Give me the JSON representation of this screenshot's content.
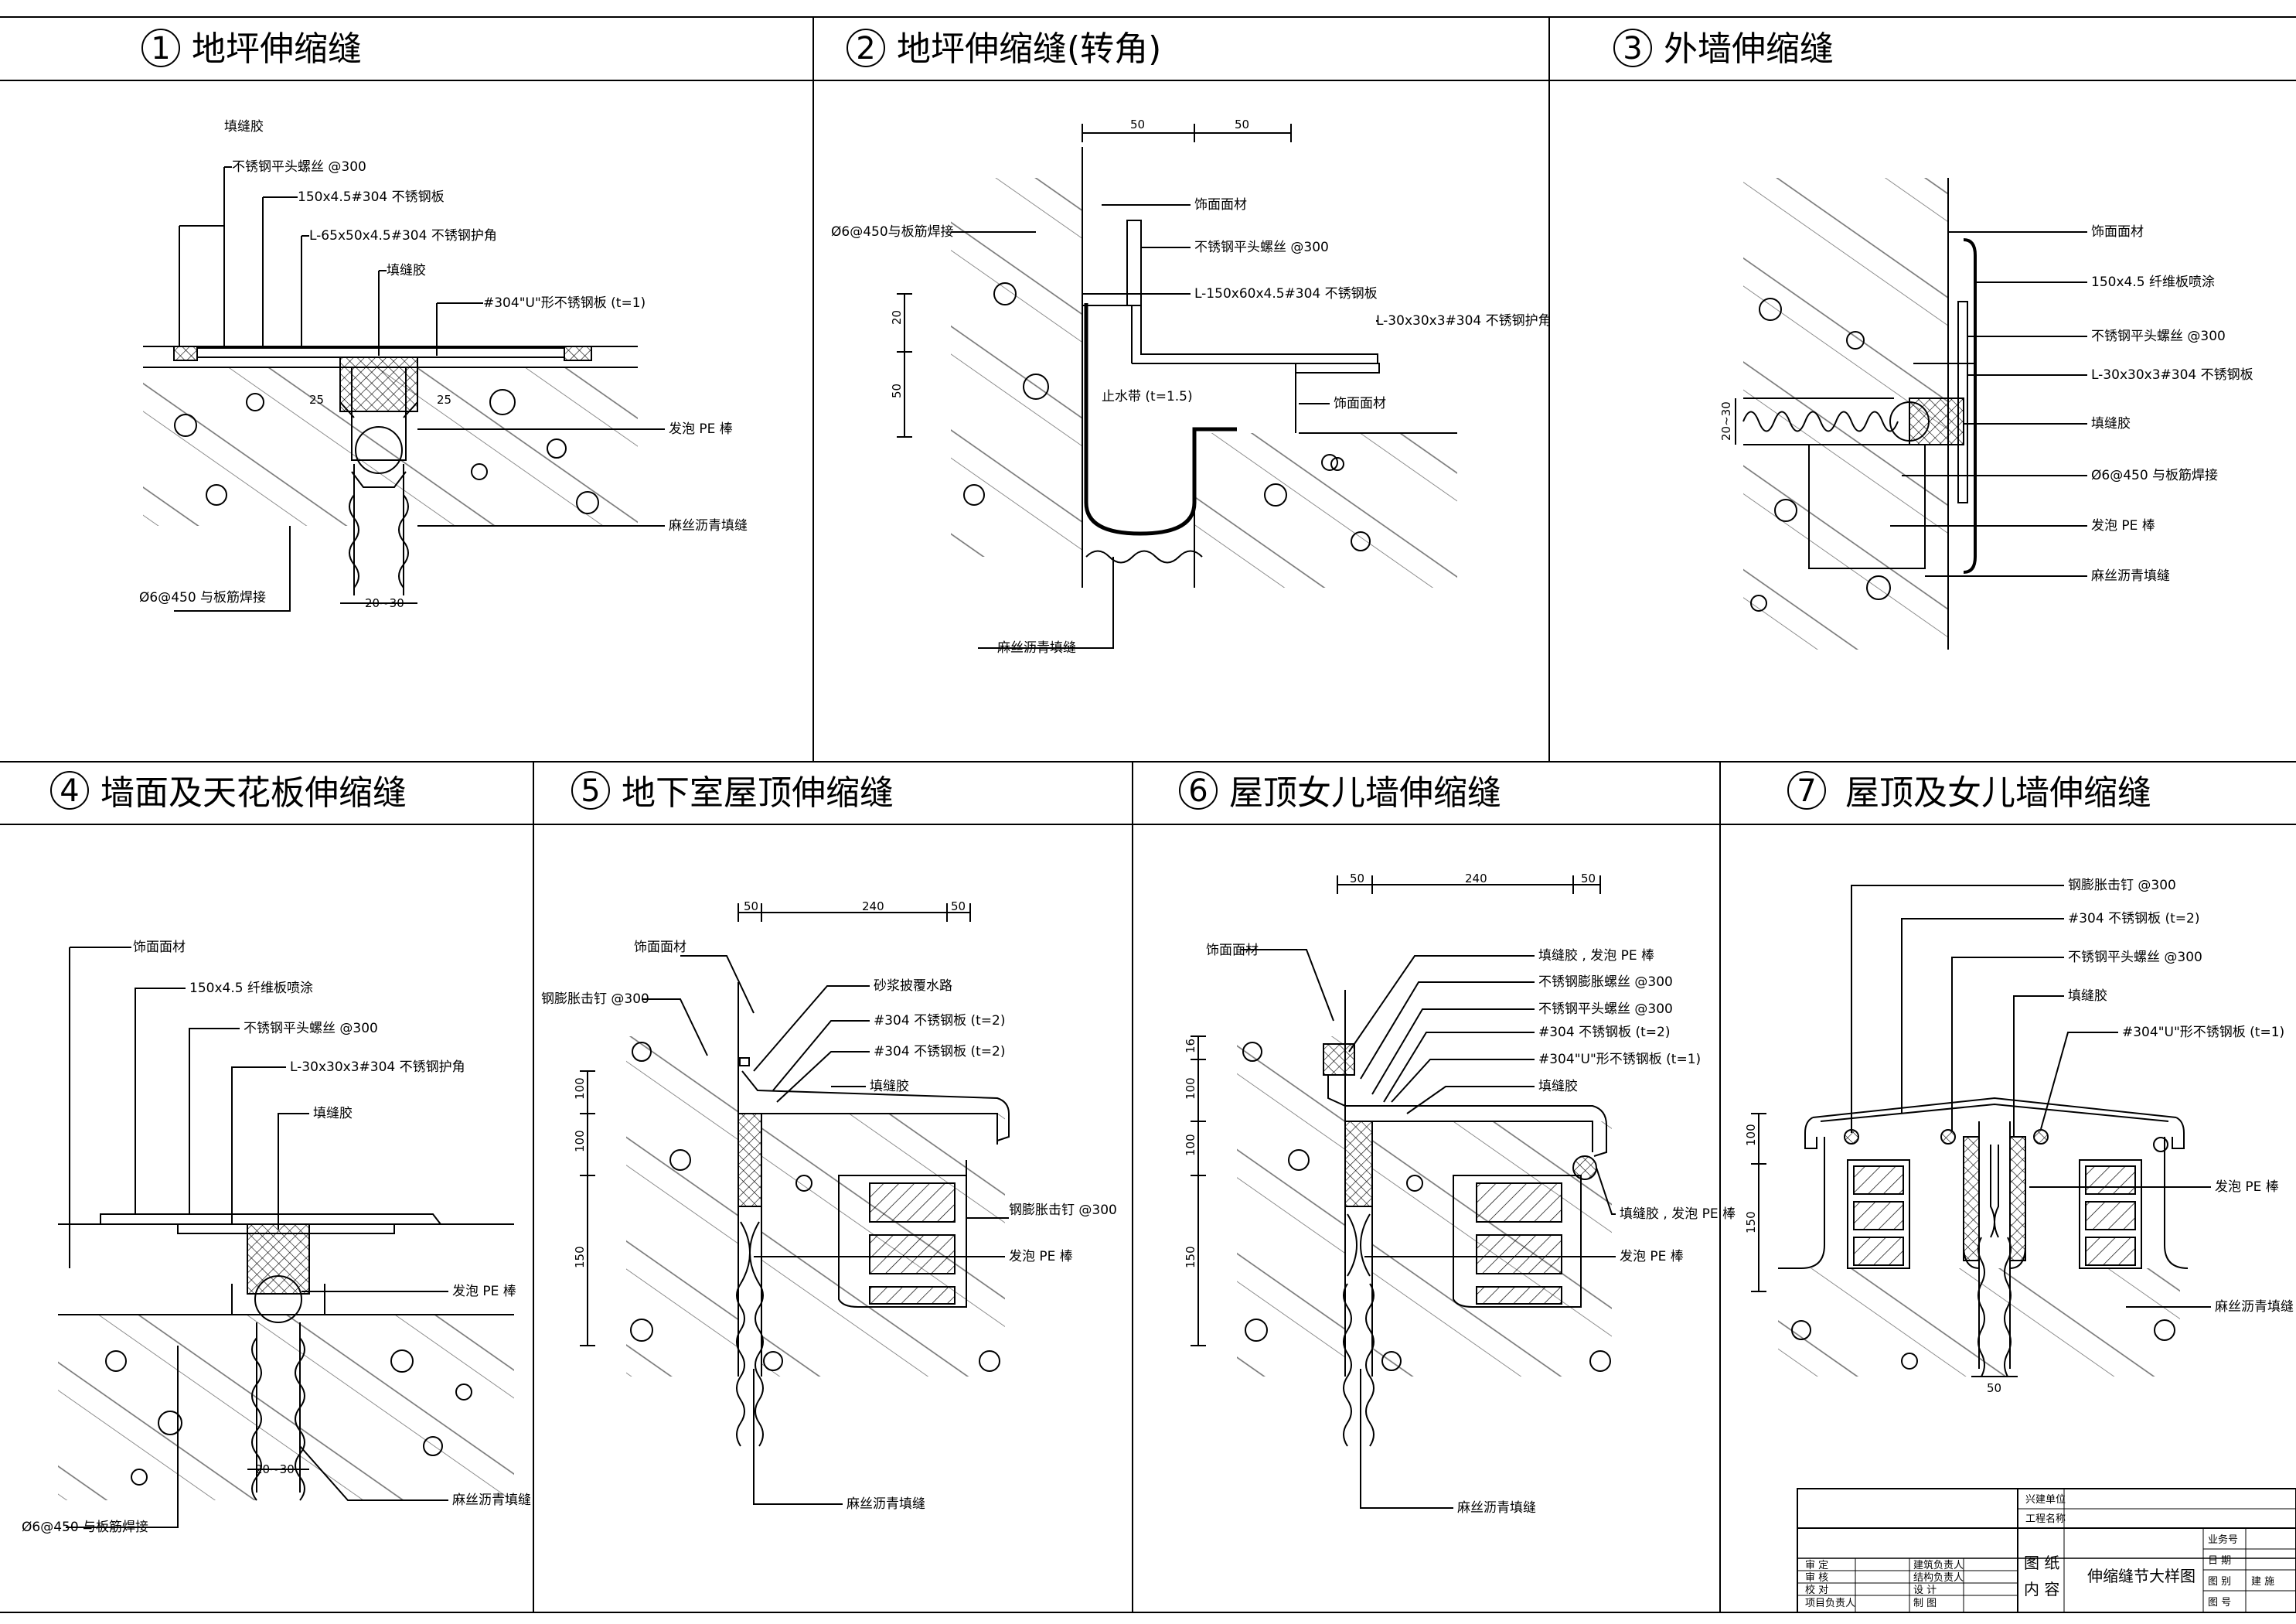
{
  "panels": [
    {
      "num": "1",
      "title": "地坪伸缩缝",
      "labels": [
        "填缝胶",
        "不锈钢平头螺丝      @300",
        "150x4.5#304 不锈钢板",
        "L-65x50x4.5#304 不锈钢护角",
        "填缝胶",
        "#304\"U\"形不锈钢板      (t=1)",
        "发泡 PE 棒",
        "麻丝沥青填缝",
        "Ø6@450 与板筋焊接"
      ],
      "dims": [
        "25",
        "25",
        "20~30"
      ]
    },
    {
      "num": "2",
      "title": "地坪伸缩缝(转角)",
      "labels": [
        "饰面面材",
        "Ø6@450与板筋焊接",
        "不锈钢平头螺丝      @300",
        "L-150x60x4.5#304 不锈钢板",
        "L-30x30x3#304 不锈钢护角",
        "止水带   (t=1.5)",
        "饰面面材",
        "麻丝沥青填缝"
      ],
      "dims": [
        "50",
        "50",
        "20",
        "50"
      ]
    },
    {
      "num": "3",
      "title": "外墙伸缩缝",
      "labels": [
        "饰面面材",
        "150x4.5  纤维板喷涂",
        "不锈钢平头螺丝      @300",
        "L-30x30x3#304 不锈钢板",
        "填缝胶",
        "Ø6@450 与板筋焊接",
        "发泡 PE 棒",
        "麻丝沥青填缝"
      ],
      "dims": [
        "20~30"
      ]
    },
    {
      "num": "4",
      "title": "墙面及天花板伸缩缝",
      "labels": [
        "饰面面材",
        "150x4.5  纤维板喷涂",
        "不锈钢平头螺丝      @300",
        "L-30x30x3#304 不锈钢护角",
        "填缝胶",
        "发泡 PE 棒",
        "麻丝沥青填缝",
        "Ø6@450 与板筋焊接"
      ],
      "dims": [
        "20~30"
      ]
    },
    {
      "num": "5",
      "title": "地下室屋顶伸缩缝",
      "labels": [
        "饰面面材",
        "钢膨胀击钉      @300",
        "砂浆披覆水路",
        "#304 不锈钢板      (t=2)",
        "#304 不锈钢板      (t=2)",
        "填缝胶",
        "钢膨胀击钉      @300",
        "发泡 PE 棒",
        "麻丝沥青填缝"
      ],
      "dims": [
        "50",
        "240",
        "50",
        "100",
        "100",
        "150"
      ]
    },
    {
      "num": "6",
      "title": "屋顶女儿墙伸缩缝",
      "labels": [
        "饰面面材",
        "填缝胶  , 发泡 PE 棒",
        "不锈钢膨胀螺丝      @300",
        "不锈钢平头螺丝      @300",
        "#304 不锈钢板      (t=2)",
        "#304\"U\"形不锈钢板      (t=1)",
        "填缝胶",
        "填缝胶  , 发泡 PE 棒",
        "发泡 PE 棒",
        "麻丝沥青填缝"
      ],
      "dims": [
        "50",
        "240",
        "50",
        "16",
        "100",
        "100",
        "150"
      ]
    },
    {
      "num": "7",
      "title": "屋顶及女儿墙伸缩缝",
      "labels": [
        "钢膨胀击钉      @300",
        "#304 不锈钢板      (t=2)",
        "不锈钢平头螺丝      @300",
        "填缝胶",
        "#304\"U\"形不锈钢板      (t=1)",
        "发泡 PE 棒",
        "麻丝沥青填缝"
      ],
      "dims": [
        "100",
        "150",
        "50"
      ]
    }
  ],
  "title_block": {
    "client_label": "兴建单位",
    "project_label": "工程名称",
    "drawing_label_1": "图    纸",
    "drawing_label_2": "内    容",
    "drawing_name": "伸缩缝节大样图",
    "rows_left": [
      "审    定",
      "审    核",
      "校    对",
      "项目负责人"
    ],
    "rows_mid": [
      "建筑负责人",
      "结构负责人",
      "设    计",
      "制    图"
    ],
    "rows_right": [
      "业务号",
      "日    期",
      "图    别",
      "图    号"
    ],
    "sheet_type": "建  施"
  }
}
